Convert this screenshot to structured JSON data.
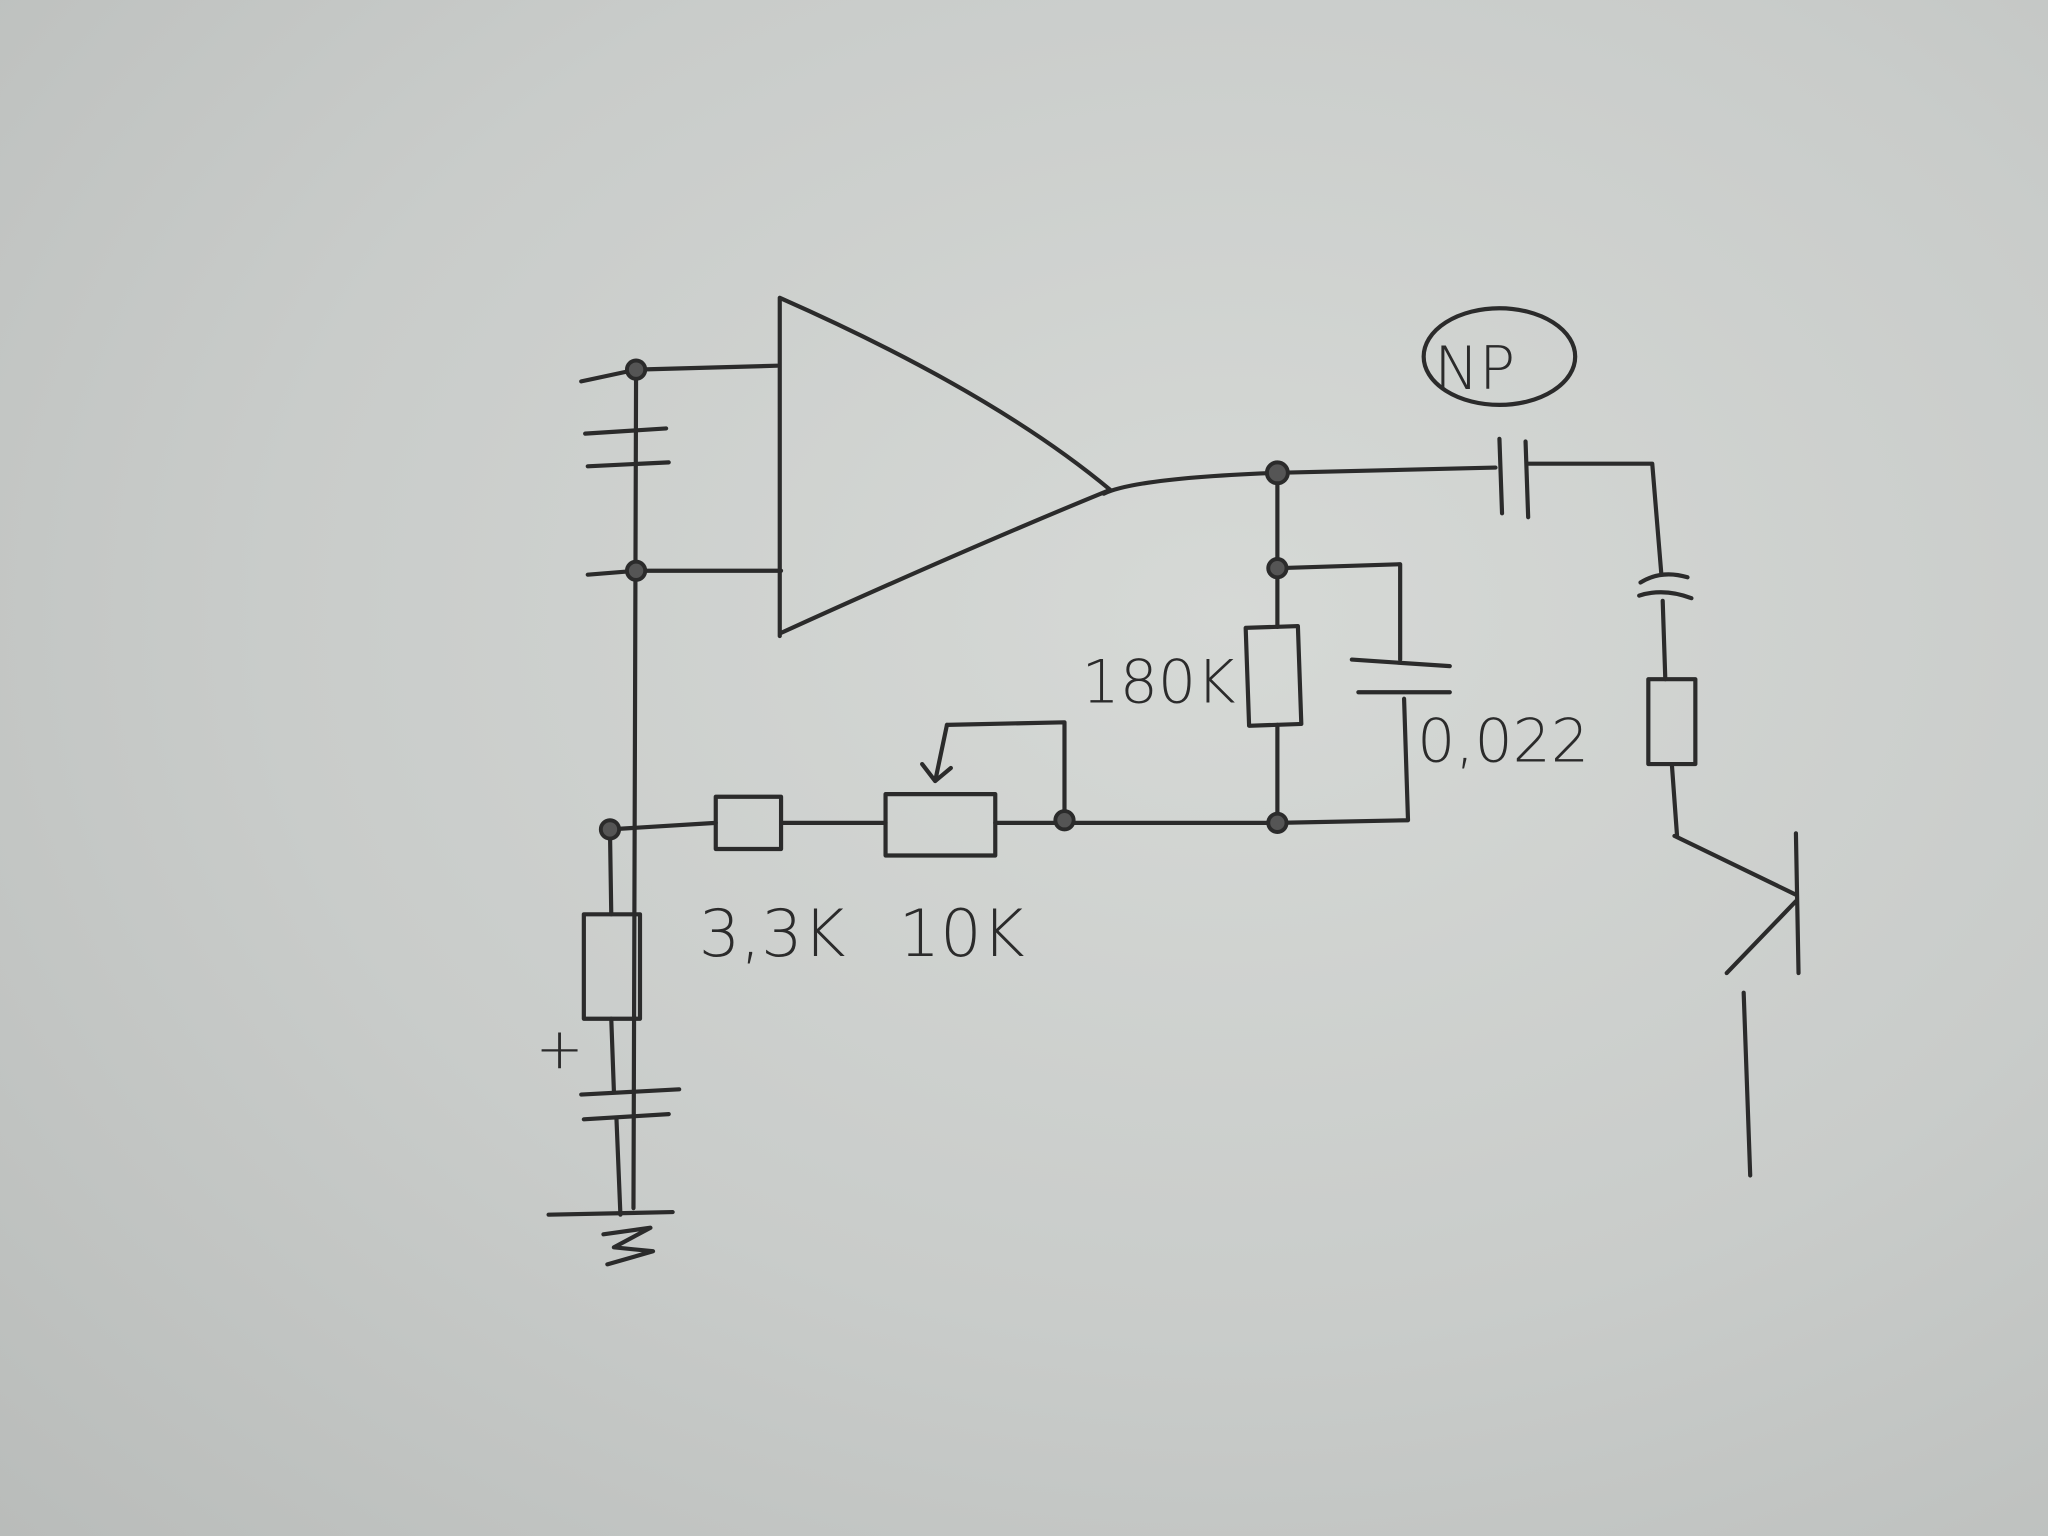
{
  "labels": {
    "np": "NP",
    "r_feedback": "180K",
    "c_feedback": "0,022",
    "r_input": "3,3K",
    "pot": "10K",
    "polarity": "+"
  },
  "colors": {
    "ink": "#2b2b2b",
    "paper": "#d0d3d1"
  }
}
